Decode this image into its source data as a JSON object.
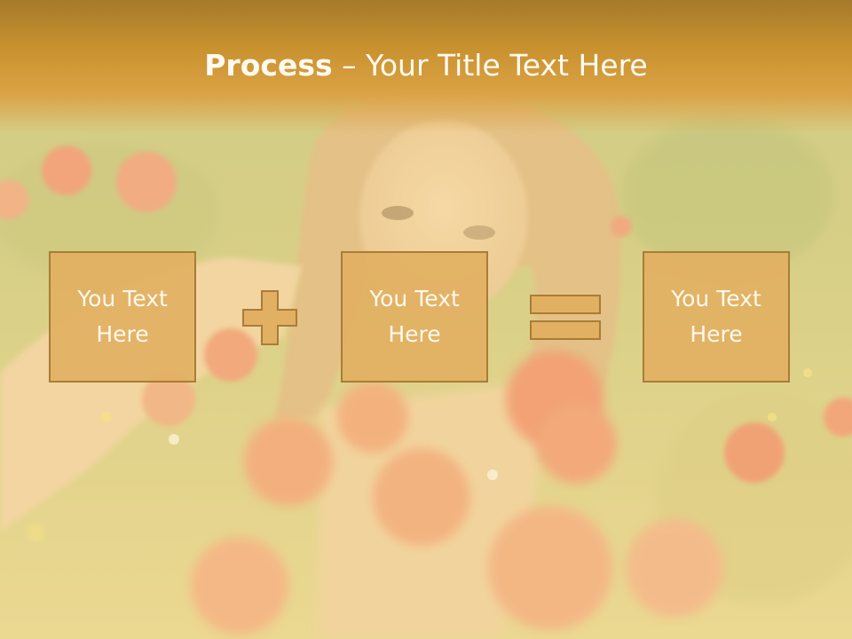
{
  "slide": {
    "title_bold": "Process",
    "title_rest": " – Your Title Text Here"
  },
  "boxes": [
    {
      "label": "You Text\nHere"
    },
    {
      "label": "You Text\nHere"
    },
    {
      "label": "You Text\nHere"
    }
  ],
  "operators": [
    {
      "name": "plus-icon"
    },
    {
      "name": "equals-icon"
    }
  ],
  "colors": {
    "title_bar": "#c8912e",
    "box_fill": "#e2b062",
    "box_border": "#a97d36",
    "text": "#fff8ec"
  }
}
